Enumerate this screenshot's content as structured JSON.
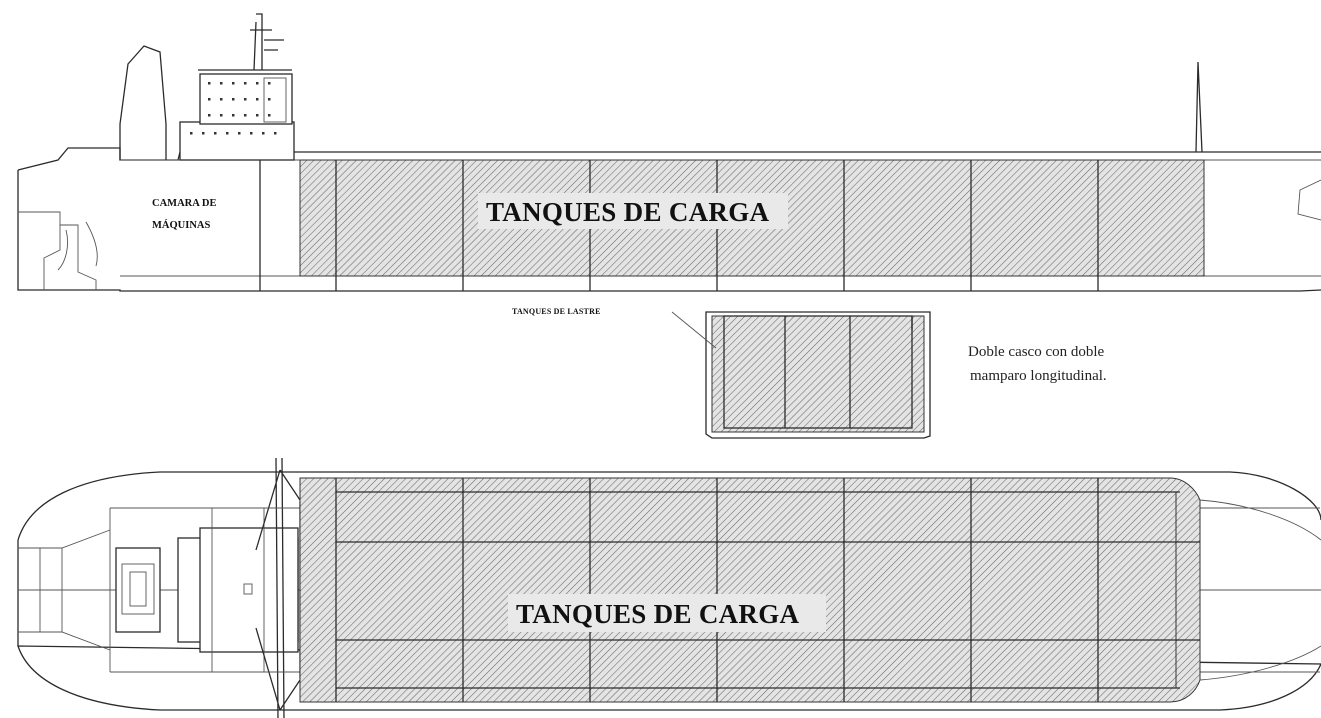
{
  "profile_view": {
    "engine_room_label_line1": "CAMARA DE",
    "engine_room_label_line2": "MÁQUINAS",
    "cargo_tanks_label": "TANQUES DE CARGA"
  },
  "midship_section": {
    "ballast_tanks_label": "TANQUES DE LASTRE",
    "note_line1": "Doble casco con doble",
    "note_line2": "mamparo longitudinal."
  },
  "plan_view": {
    "cargo_tanks_label": "TANQUES DE CARGA"
  }
}
